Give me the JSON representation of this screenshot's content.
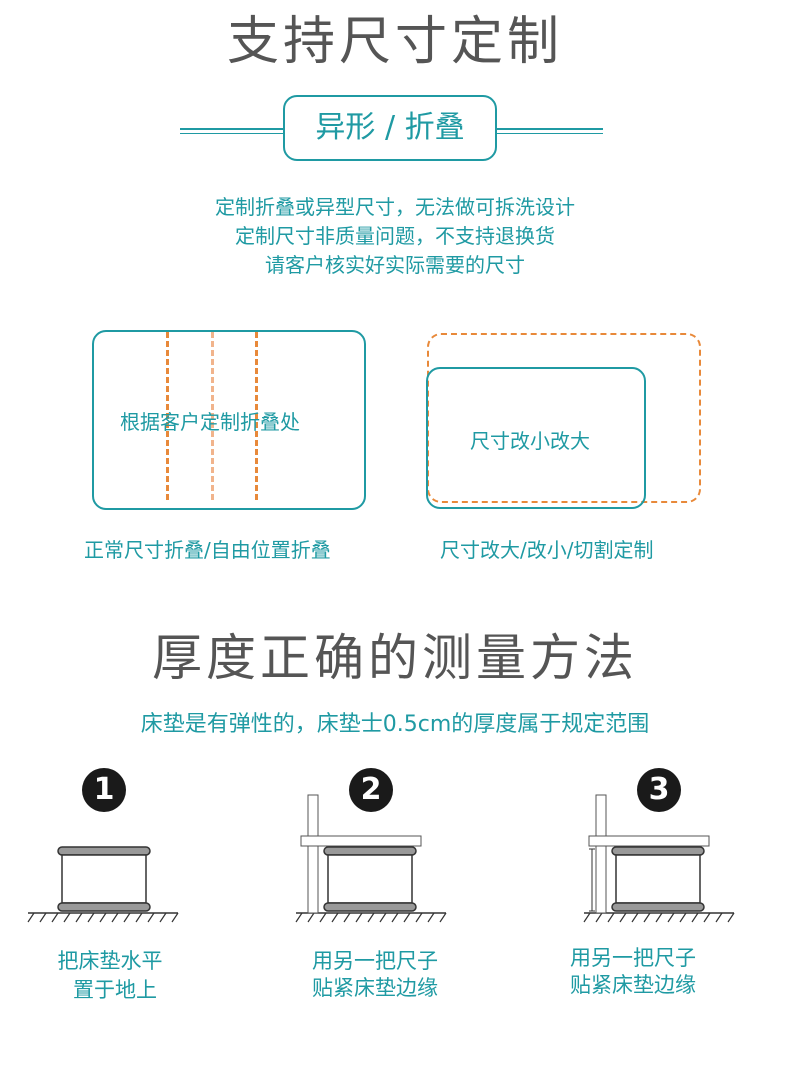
{
  "section1": {
    "title": "支持尺寸定制",
    "badge": "异形 / 折叠",
    "desc_lines": [
      "定制折叠或异型尺寸，无法做可拆洗设计",
      "定制尺寸非质量问题，不支持退换货",
      "请客户核实好实际需要的尺寸"
    ],
    "left_inner": "根据客户定制折叠处",
    "left_caption": "正常尺寸折叠/自由位置折叠",
    "right_inner": "尺寸改小改大",
    "right_caption": "尺寸改大/改小/切割定制"
  },
  "section2": {
    "title": "厚度正确的测量方法",
    "subtitle": "床垫是有弹性的，床垫士0.5cm的厚度属于规定范围",
    "steps": [
      {
        "num": "1",
        "line1": "把床垫水平",
        "line2": "置于地上"
      },
      {
        "num": "2",
        "line1": "用另一把尺子",
        "line2": "贴紧床垫边缘"
      },
      {
        "num": "3",
        "line1": "用另一把尺子",
        "line2": "贴紧床垫边缘"
      }
    ]
  },
  "colors": {
    "accent": "#1f9aa3",
    "dashed": "#e8893a",
    "title": "#555555"
  }
}
